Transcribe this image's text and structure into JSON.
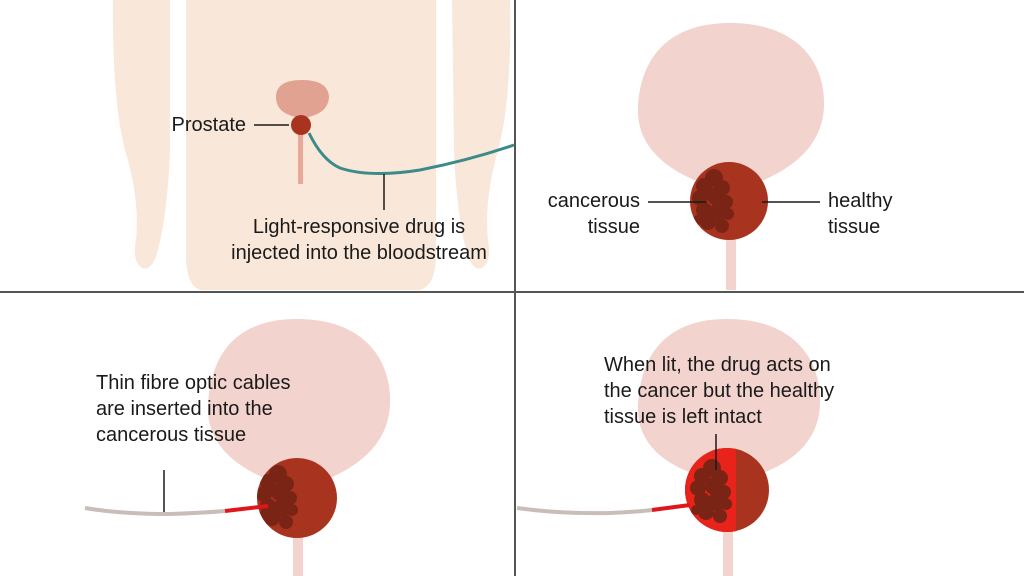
{
  "colors": {
    "body": "#f9e8d9",
    "bladder": "#f2d3cd",
    "bladder_top": "#e2a292",
    "urethra": "#f2d3cd",
    "urethra_top": "#e9a99a",
    "prostate": "#a8341f",
    "cancer": "#7a2415",
    "bloodstream_line": "#3d8a8a",
    "fibre_cable": "#c9bdb9",
    "fibre_lit": "#e0161d",
    "lit_glow": "#e8231c",
    "divider": "#555555"
  },
  "panels": {
    "injection": {
      "prostate_label": "Prostate",
      "drug_label_line1": "Light-responsive drug is",
      "drug_label_line2": "injected into the bloodstream"
    },
    "tissue": {
      "cancerous_line1": "cancerous",
      "cancerous_line2": "tissue",
      "healthy_line1": "healthy",
      "healthy_line2": "tissue"
    },
    "cables": {
      "line1": "Thin fibre optic cables",
      "line2": "are inserted into the",
      "line3": "cancerous tissue"
    },
    "lit": {
      "line1": "When lit, the drug acts on",
      "line2": "the cancer but the healthy",
      "line3": "tissue is left intact"
    }
  }
}
